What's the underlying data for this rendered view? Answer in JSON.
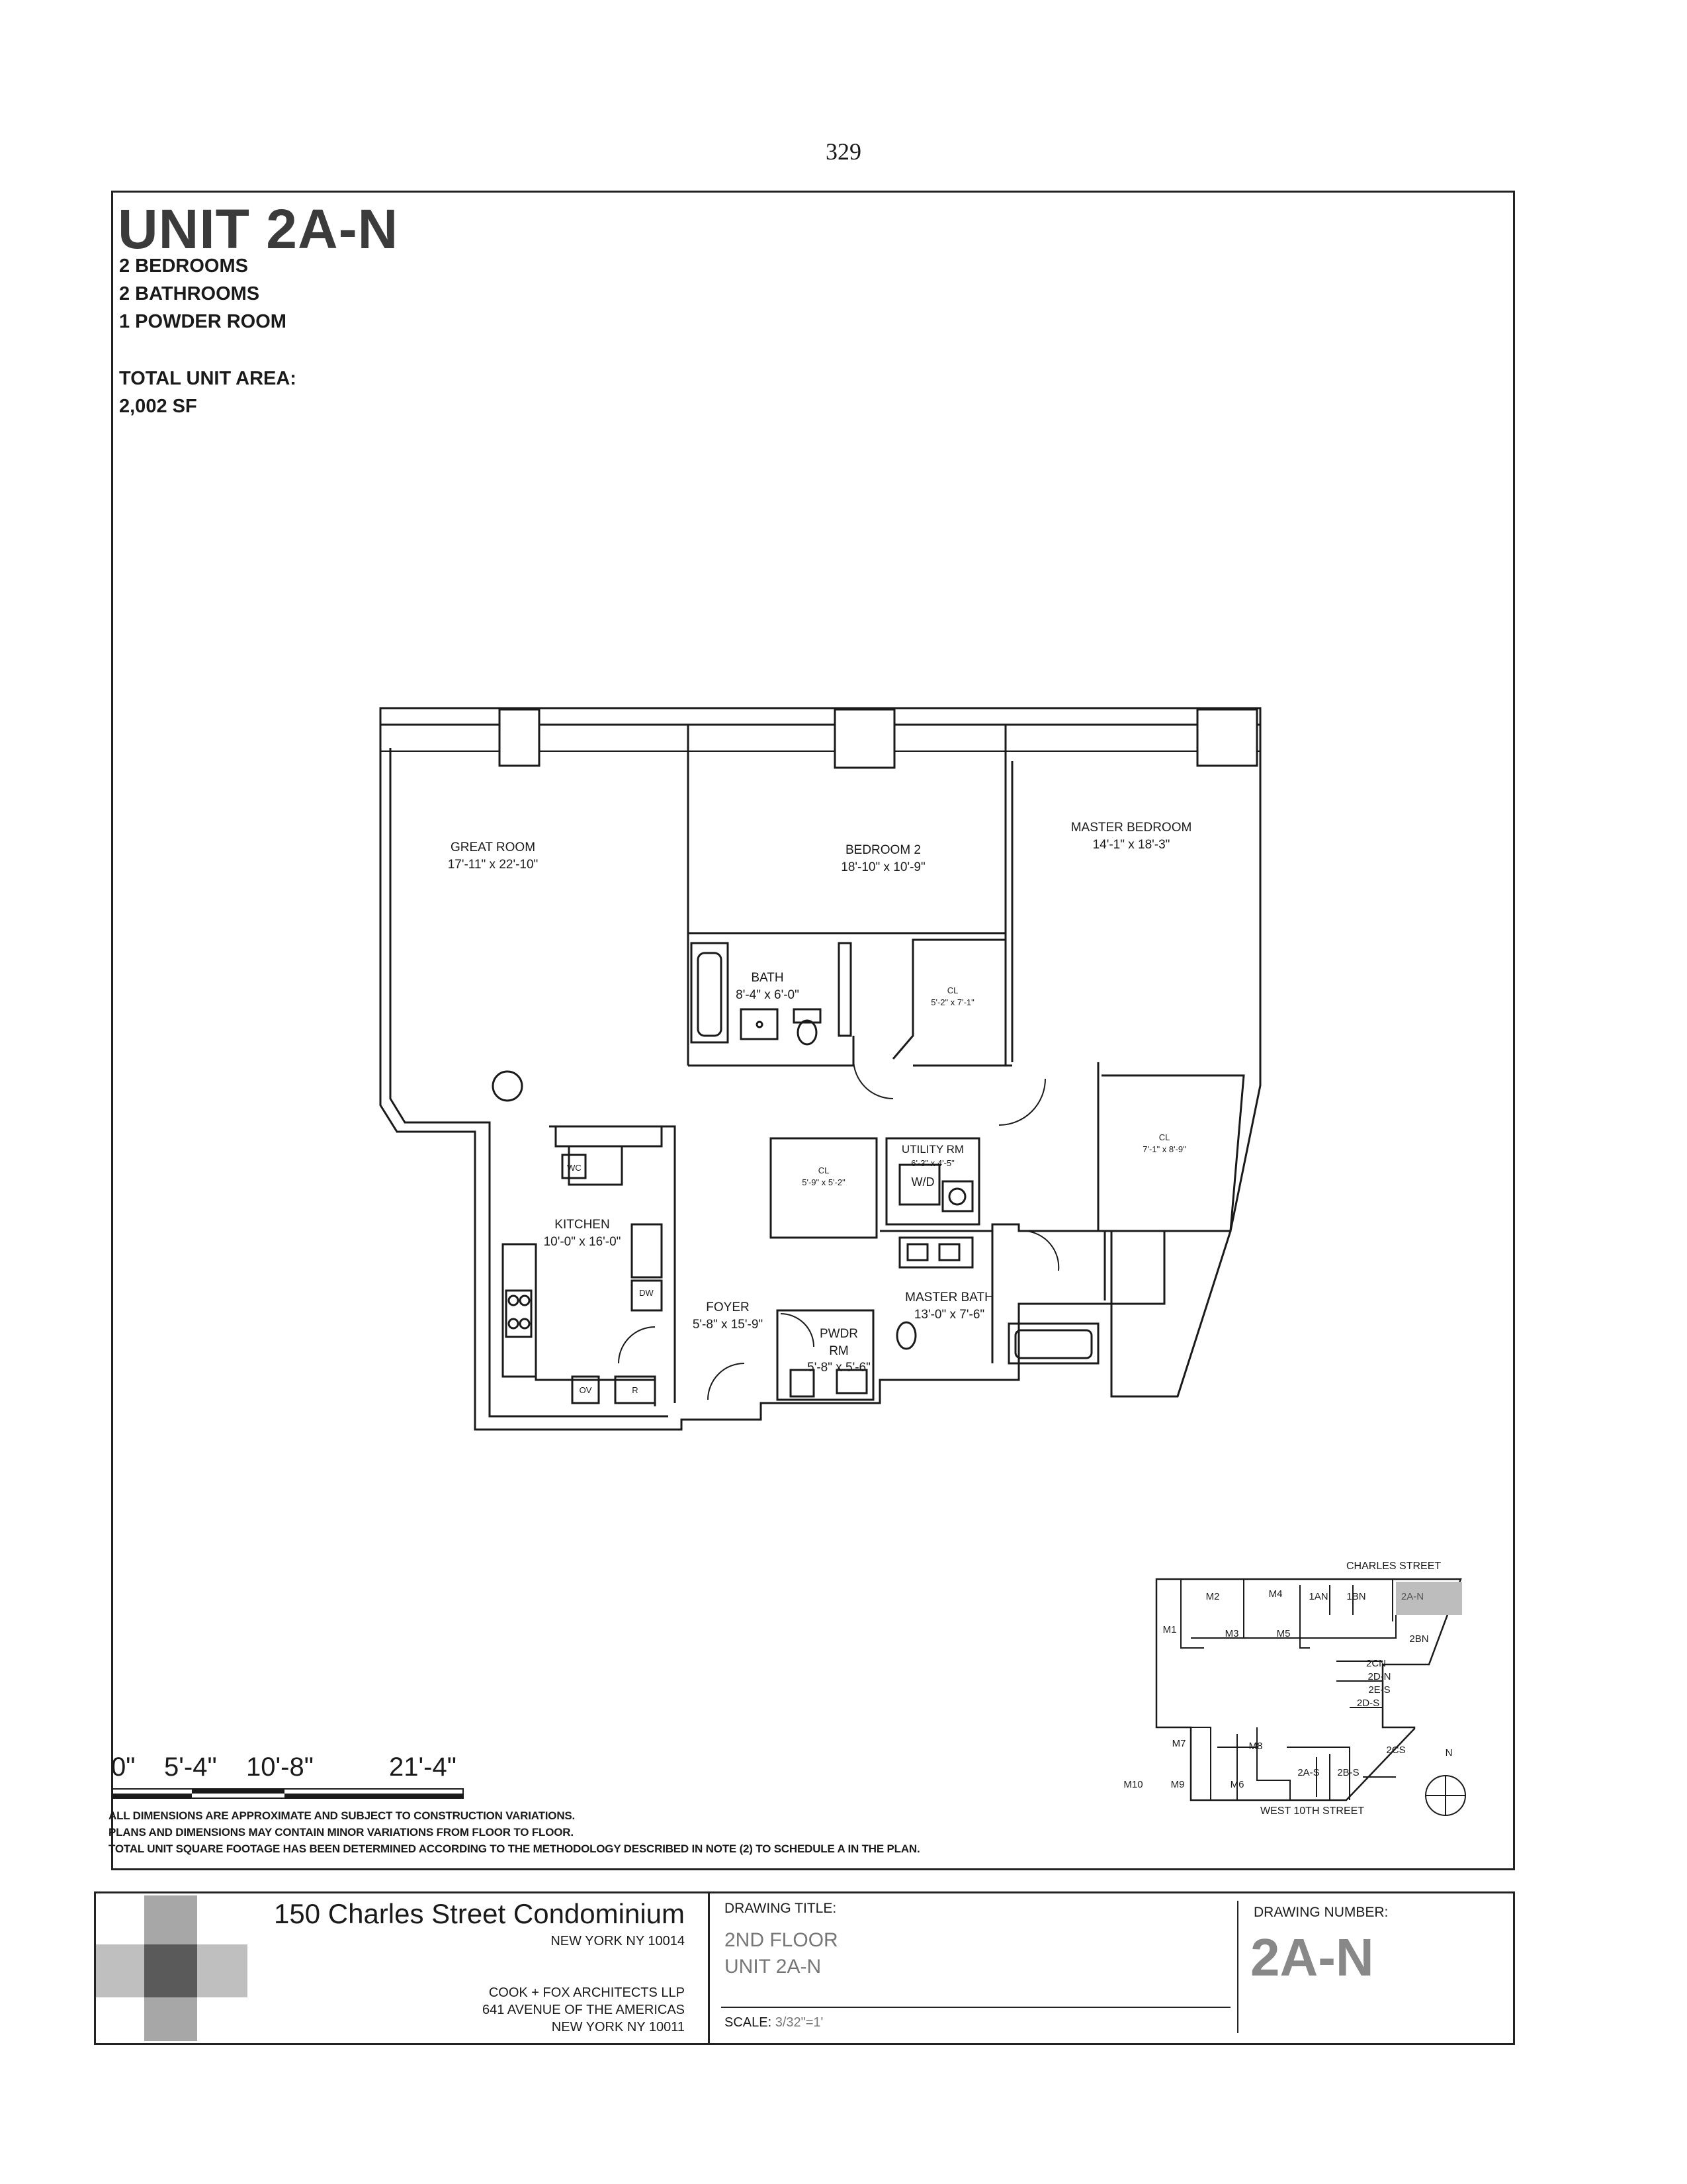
{
  "page_number": "329",
  "unit": {
    "title": "UNIT 2A-N",
    "bedrooms": "2 BEDROOMS",
    "bathrooms": "2 BATHROOMS",
    "powder_room": "1 POWDER ROOM",
    "area_label": "TOTAL UNIT AREA:",
    "area_value": "2,002 SF"
  },
  "rooms": {
    "great_room": {
      "name": "GREAT ROOM",
      "dims": "17'-11\" x 22'-10\""
    },
    "bedroom2": {
      "name": "BEDROOM 2",
      "dims": "18'-10\" x 10'-9\""
    },
    "master_bedroom": {
      "name": "MASTER BEDROOM",
      "dims": "14'-1\" x 18'-3\""
    },
    "bath": {
      "name": "BATH",
      "dims": "8'-4\" x 6'-0\""
    },
    "cl_bedroom2": {
      "name": "CL",
      "dims": "5'-2\" x 7'-1\""
    },
    "cl_master": {
      "name": "CL",
      "dims": "7'-1\" x 8'-9\""
    },
    "kitchen": {
      "name": "KITCHEN",
      "dims": "10'-0\" x 16'-0\""
    },
    "cl_foyer": {
      "name": "CL",
      "dims": "5'-9\" x 5'-2\""
    },
    "utility": {
      "name": "UTILITY RM",
      "dims": "6'-3\" x 4'-5\"",
      "wd": "W/D"
    },
    "master_bath": {
      "name": "MASTER BATH",
      "dims": "13'-0\" x 7'-6\""
    },
    "foyer": {
      "name": "FOYER",
      "dims": "5'-8\" x 15'-9\""
    },
    "pwdr": {
      "name": "PWDR",
      "name2": "RM",
      "dims": "5'-8\" x 5'-6\""
    },
    "fixtures": {
      "wc": "WC",
      "dw": "DW",
      "ov": "OV",
      "r": "R"
    }
  },
  "scale_bar": {
    "labels": [
      "0\"",
      "5'-4\"",
      "10'-8\"",
      "21'-4\""
    ]
  },
  "notes": [
    "ALL DIMENSIONS ARE APPROXIMATE AND SUBJECT TO CONSTRUCTION VARIATIONS.",
    "PLANS AND DIMENSIONS MAY CONTAIN MINOR VARIATIONS FROM FLOOR TO FLOOR.",
    "TOTAL UNIT SQUARE FOOTAGE HAS BEEN DETERMINED ACCORDING TO THE METHODOLOGY DESCRIBED IN NOTE (2) TO SCHEDULE A IN THE PLAN."
  ],
  "key_plan": {
    "north_street": "CHARLES STREET",
    "south_street": "WEST 10TH STREET",
    "north_label": "N",
    "units": [
      "M2",
      "M4",
      "1AN",
      "1BN",
      "2A-N",
      "M1",
      "M3",
      "M5",
      "2BN",
      "2CN",
      "2D-N",
      "2E-S",
      "2D-S",
      "M7",
      "M8",
      "2CS",
      "2A-S",
      "2B-S",
      "M10",
      "M9",
      "M6"
    ],
    "highlight_color": "#bdbdbd"
  },
  "title_block": {
    "project": "150 Charles Street Condominium",
    "project_city": "NEW YORK NY 10014",
    "architect": "COOK + FOX ARCHITECTS LLP",
    "architect_address": "641 AVENUE OF THE AMERICAS",
    "architect_city": "NEW YORK NY 10011",
    "drawing_title_label": "DRAWING TITLE:",
    "drawing_title_1": "2ND FLOOR",
    "drawing_title_2": "UNIT 2A-N",
    "scale_label": "SCALE:",
    "scale_value": "3/32\"=1'",
    "drawing_number_label": "DRAWING NUMBER:",
    "drawing_number": "2A-N"
  },
  "colors": {
    "line": "#1a1a1a",
    "logo_gray": "#8a8a8a",
    "faded_text": "#777777"
  }
}
